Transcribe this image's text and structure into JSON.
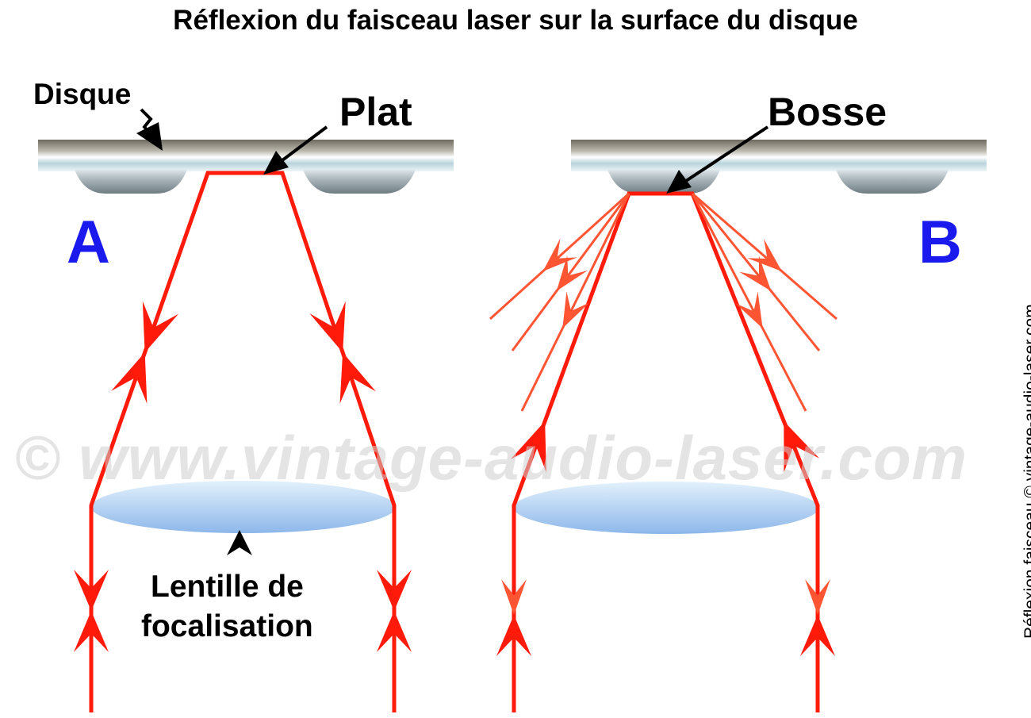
{
  "title": "Réflexion du faisceau laser sur la surface du disque",
  "labels": {
    "disque": "Disque",
    "plat": "Plat",
    "bosse": "Bosse",
    "lentille_line1": "Lentille de",
    "lentille_line2": "focalisation",
    "panel_a": "A",
    "panel_b": "B"
  },
  "watermark": "© www.vintage-audio-laser.com",
  "side_caption": "Réflexion faisceau  © vintage-audio-laser.com",
  "colors": {
    "beam": "#ff1a0a",
    "scatter": "#ff5533",
    "label_letters": "#1a1aee",
    "disc": "#8a8a80",
    "lens": "#a8cdf0"
  }
}
